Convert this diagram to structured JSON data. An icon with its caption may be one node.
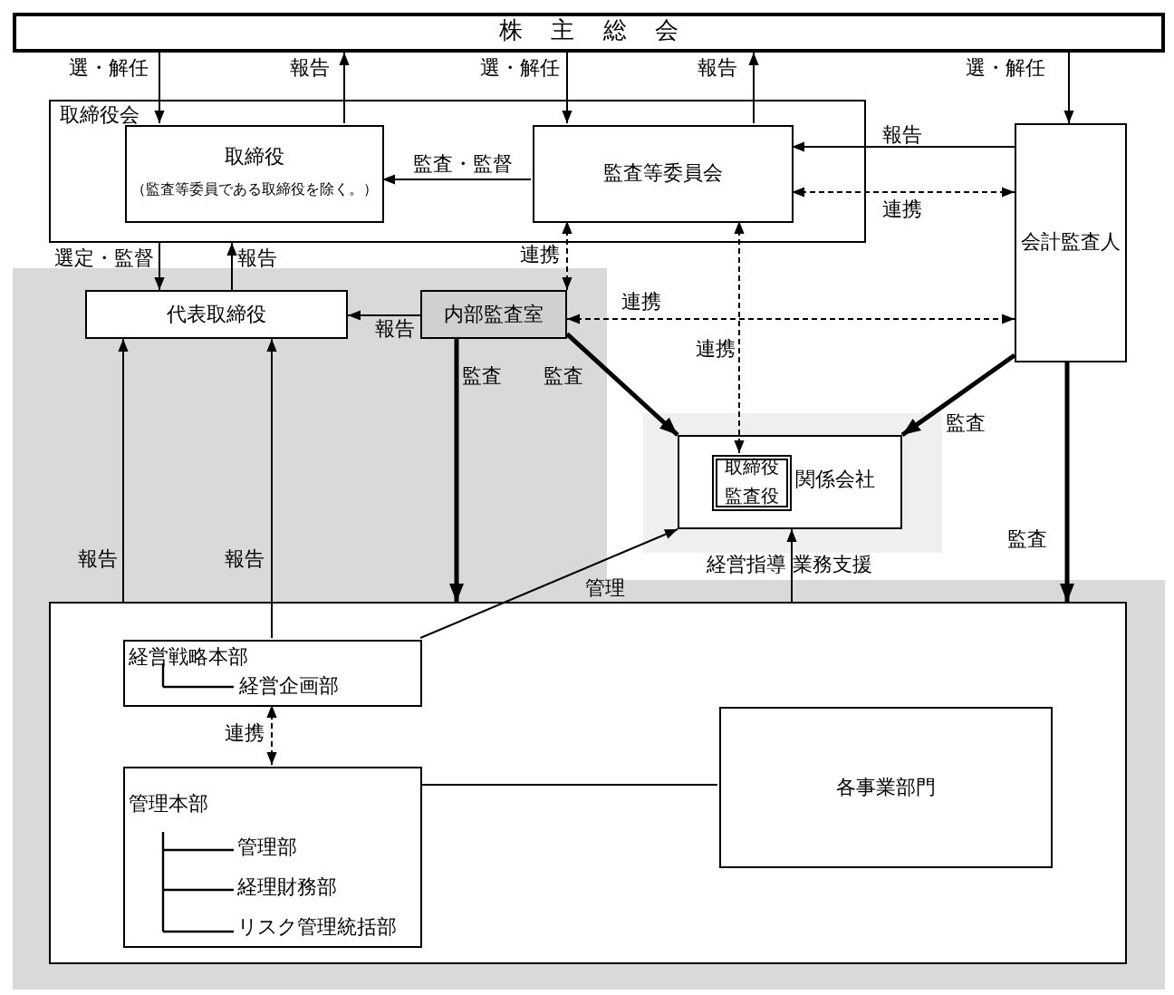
{
  "diagram": {
    "nodes": [
      {
        "text": [
          "株主総会"
        ]
      },
      {
        "text": [
          "取締役会"
        ]
      },
      {
        "text": [
          "取締役",
          "（監査等委員である取締役を除く。）"
        ],
        "in": 1
      },
      {
        "text": [
          "監査等委員会"
        ],
        "in": 1
      },
      {
        "text": [
          "会計監査人"
        ]
      },
      {
        "text": [
          "代表取締役"
        ]
      },
      {
        "text": [
          "内部監査室"
        ]
      },
      {
        "text": [
          "関係会社"
        ]
      },
      {
        "text": [
          "取締役",
          "監査役"
        ],
        "in": 7
      },
      {
        "text": [],
        "shape": "box"
      },
      {
        "text": [
          "経営戦略本部",
          "経営企画部"
        ],
        "in": 9
      },
      {
        "text": [
          "管理本部",
          "管理部",
          "経理財務部",
          "リスク管理統括部"
        ],
        "in": 9
      },
      {
        "text": [
          "各事業部門"
        ],
        "in": 9
      }
    ],
    "edges": [
      {
        "from": 0,
        "to": 2,
        "arrow": "to",
        "label": "選・解任"
      },
      {
        "from": 2,
        "to": 0,
        "arrow": "to",
        "label": "報告"
      },
      {
        "from": 0,
        "to": 3,
        "arrow": "to",
        "label": "選・解任"
      },
      {
        "from": 3,
        "to": 0,
        "arrow": "to",
        "label": "報告"
      },
      {
        "from": 0,
        "to": 4,
        "arrow": "to",
        "label": "選・解任"
      },
      {
        "from": 3,
        "to": 2,
        "arrow": "to",
        "label": "監査・監督"
      },
      {
        "from": 4,
        "to": 3,
        "arrow": "to",
        "label": "報告"
      },
      {
        "from": 3,
        "to": 4,
        "arrow": "both",
        "label": "連携",
        "style": "dashed"
      },
      {
        "from": 1,
        "to": 5,
        "arrow": "to",
        "label": "選定・監督"
      },
      {
        "from": 5,
        "to": 1,
        "arrow": "to",
        "label": "報告"
      },
      {
        "from": 3,
        "to": 6,
        "arrow": "both",
        "label": "連携",
        "style": "dashed"
      },
      {
        "from": 6,
        "to": 5,
        "arrow": "to",
        "label": "報告"
      },
      {
        "from": 6,
        "to": 4,
        "arrow": "both",
        "label": "連携",
        "style": "dashed"
      },
      {
        "from": 3,
        "to": 8,
        "arrow": "both",
        "label": "連携",
        "style": "dashed"
      },
      {
        "from": 6,
        "to": 7,
        "arrow": "to",
        "label": "監査",
        "style": "thick"
      },
      {
        "from": 6,
        "to": 9,
        "arrow": "to",
        "label": "監査",
        "style": "thick"
      },
      {
        "from": 4,
        "to": 7,
        "arrow": "to",
        "label": "監査",
        "style": "thick"
      },
      {
        "from": 4,
        "to": 9,
        "arrow": "to",
        "label": "監査",
        "style": "thick"
      },
      {
        "from": 9,
        "to": 5,
        "arrow": "to",
        "label": "報告"
      },
      {
        "from": 10,
        "to": 5,
        "arrow": "to",
        "label": "報告"
      },
      {
        "from": 10,
        "to": 7,
        "arrow": "to",
        "label": "管理"
      },
      {
        "from": 9,
        "to": 7,
        "arrow": "to",
        "label": "経営指導 業務支援"
      },
      {
        "from": 10,
        "to": 11,
        "arrow": "both",
        "label": "連携",
        "style": "dashed"
      },
      {
        "from": 11,
        "to": 12,
        "arrow": "none"
      }
    ]
  }
}
